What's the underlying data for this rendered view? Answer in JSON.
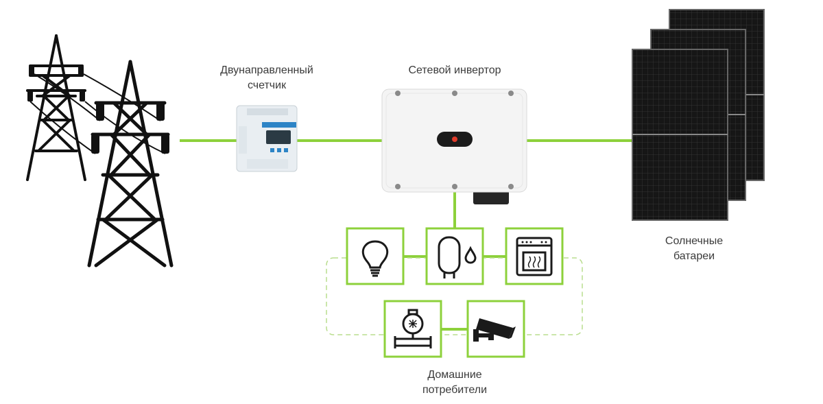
{
  "labels": {
    "meter": [
      "Двунаправленный",
      "счетчик"
    ],
    "inverter": "Сетевой инвертор",
    "panels": [
      "Солнечные",
      "батареи"
    ],
    "consumers": [
      "Домашние",
      "потребители"
    ]
  },
  "colors": {
    "line": "#8dd13b",
    "icon": "#1a1a1a",
    "inverter_body": "#f4f4f4",
    "panel": "#161616"
  },
  "icons": {
    "pylons": "power-pylon-icon",
    "meter": "electric-meter-icon",
    "inverter": "grid-inverter-icon",
    "panels": "solar-panel-icon",
    "consumers": [
      "light-bulb-icon",
      "water-heater-icon",
      "oven-icon",
      "water-meter-icon",
      "security-camera-icon"
    ]
  }
}
